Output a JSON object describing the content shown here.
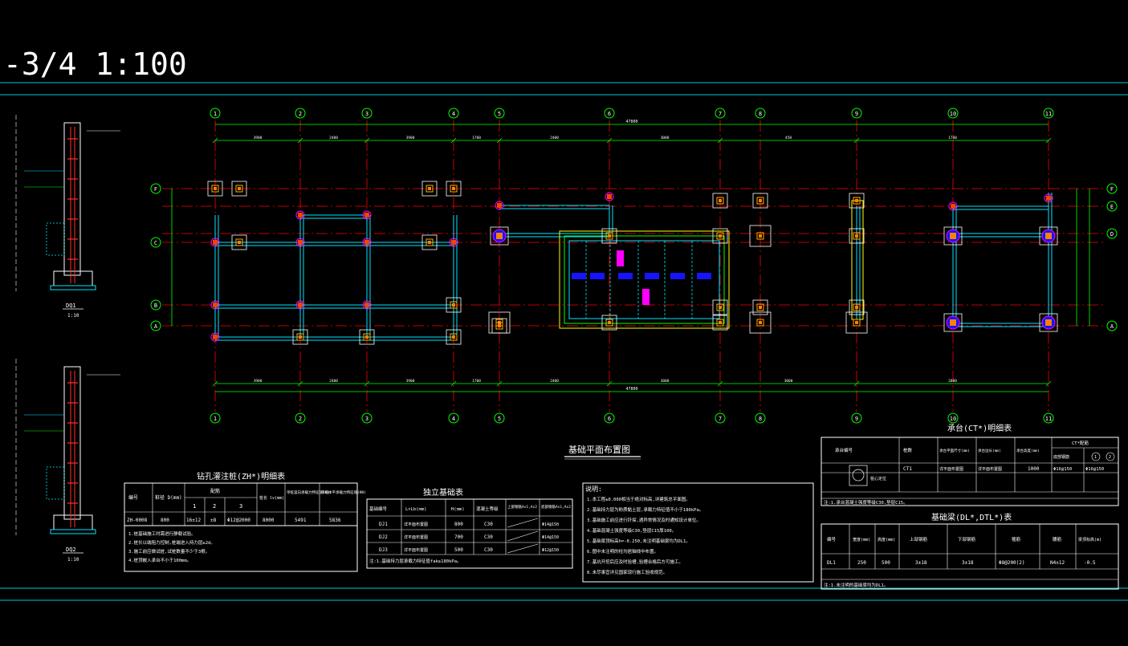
{
  "drawing": {
    "title_text": "-3/4  1:100",
    "plan_title": "基础平面布置图",
    "dims": {
      "overall": "47800",
      "top_segments": [
        "3900",
        "2400",
        "3900",
        "1700",
        "2400",
        "3000",
        "450",
        "1700"
      ],
      "bottom_segments": [
        "3900",
        "2400",
        "3900",
        "1700",
        "2400",
        "3000",
        "3000",
        "2800"
      ]
    }
  },
  "colors": {
    "background": "#000000",
    "grid_axis": "#00ff00",
    "axis_line": "#ff0000",
    "beam": "#00e5ff",
    "table_line": "#ffffff",
    "accent_yellow": "#ffff00",
    "magenta": "#ff00ff",
    "blue": "#1414ff"
  },
  "axes": {
    "vertical": [
      "1",
      "2",
      "3",
      "4",
      "5",
      "6",
      "7",
      "8",
      "9",
      "10",
      "11"
    ],
    "horizontal": [
      "F",
      "E",
      "D",
      "C",
      "B",
      "A"
    ],
    "left_side": [
      "F",
      "C",
      "B",
      "A"
    ],
    "right_side": [
      "F",
      "E",
      "D",
      "A"
    ]
  },
  "sections": {
    "top_label": "DQ1",
    "bottom_label": "DQ2",
    "scale": "1:10"
  },
  "pile_table": {
    "title": "钻孔灌注桩(ZH*)明细表",
    "headers": [
      "编号",
      "桩径 D(mm)",
      "配筋",
      "桩长 lv(mm)",
      "单桩竖向承载力特征值(KN)",
      "单桩水平承载力特征值(KN)"
    ],
    "rebar_sub": [
      "1",
      "2",
      "3"
    ],
    "row": [
      "ZH-0008",
      "800",
      "16±12",
      "±8",
      "Φ12@2000",
      "8000",
      "5491",
      "5836"
    ],
    "notes": [
      "1.桩基础施工时需进行静载试验。",
      "2.桩长以端阻力控制,桩端进入持力层≥2d。",
      "3.施工前应做试桩,试桩数量不少于3根。",
      "4.桩顶嵌入承台不小于100mm。"
    ]
  },
  "isolated_table": {
    "title": "独立基础表",
    "headers": [
      "基础编号",
      "L×Lb(mm)",
      "H(mm)",
      "混凝土等级",
      "上部钢筋As1,As2",
      "底部钢筋As1,As2"
    ],
    "rows": [
      [
        "DJ1",
        "详平面布置图",
        "800",
        "C30",
        "Φ14@150"
      ],
      [
        "DJ2",
        "详平面布置图",
        "700",
        "C30",
        "Φ14@150"
      ],
      [
        "DJ3",
        "详平面布置图",
        "500",
        "C30",
        "Φ12@150"
      ]
    ],
    "note": "注:1.基础持力层承载力特征值fak≥180kPa。"
  },
  "general_notes": {
    "title": "说明:",
    "items": [
      "1.本工程±0.000相当于绝对标高,详建筑总平面图。",
      "2.基础持力层为粉质黏土层,承载力特征值不小于180kPa。",
      "3.基础施工前应进行钎探,遇异常情况及时通知设计单位。",
      "4.基础混凝土强度等级C30,垫层C15厚100。",
      "5.基础梁顶标高h=-0.250,未注明基础梁均为DL1。",
      "6.图中未注明的柱均居轴线中布置。",
      "7.基坑开挖后应及时验槽,验槽合格后方可施工。",
      "8.未尽事宜详见国家现行施工验收规范。"
    ]
  },
  "cap_table": {
    "title": "承台(CT*)明细表",
    "headers": [
      "承台编号",
      "桩数",
      "承台平面尺寸(mm)",
      "承台边长(mm)",
      "承台高度(mm)",
      "CT*配筋"
    ],
    "sub_headers": [
      "底部钢筋",
      "1",
      "2"
    ],
    "row": [
      "CT1",
      "详平面布置图",
      "详平面布置图",
      "1000",
      "Φ16@150",
      "Φ16@150"
    ],
    "note": "注:1.承台混凝土强度等级C30,垫层C15。",
    "legend": "桩心定位"
  },
  "beam_table": {
    "title": "基础梁(DL*,DTL*)表",
    "headers": [
      "编号",
      "宽度(mm)",
      "高度(mm)",
      "上部钢筋",
      "下部钢筋",
      "箍筋",
      "腰筋",
      "梁顶标高(m)"
    ],
    "row": [
      "DL1",
      "250",
      "500",
      "3±18",
      "3±18",
      "Φ8@200(2)",
      "N4±12",
      "-0.5"
    ],
    "note": "注:1.未注明的基础梁均为DL1。"
  }
}
